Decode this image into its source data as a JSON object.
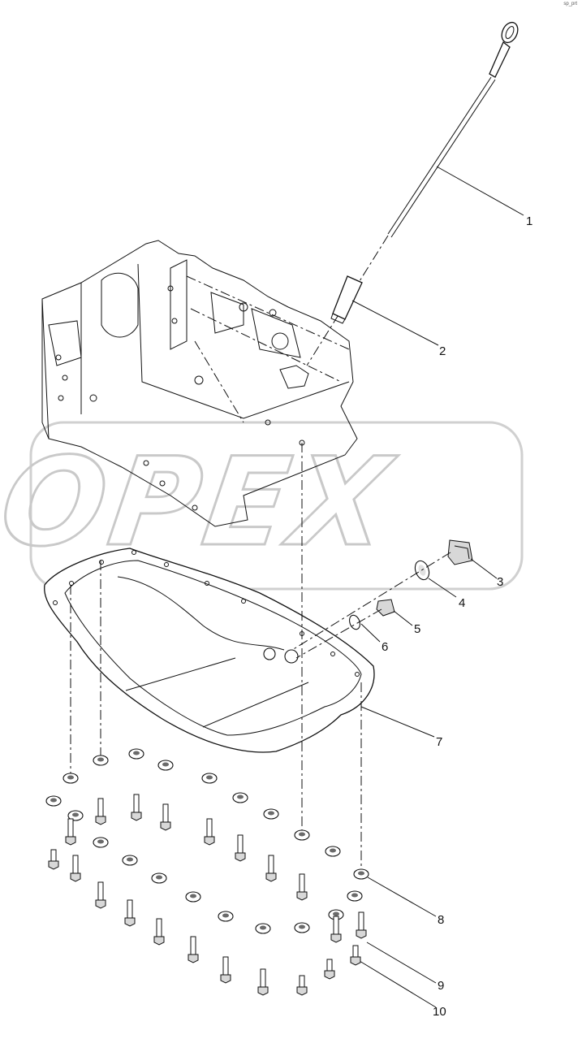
{
  "corner_mark": "sp_prt",
  "watermark": "OPEX",
  "callouts": [
    "1",
    "2",
    "3",
    "4",
    "5",
    "6",
    "7",
    "8",
    "9",
    "10"
  ],
  "parts": [
    {
      "id": "1",
      "name": "dipstick"
    },
    {
      "id": "2",
      "name": "dipstick-tube"
    },
    {
      "id": "3",
      "name": "drain-plug-large"
    },
    {
      "id": "4",
      "name": "sealing-ring-large"
    },
    {
      "id": "5",
      "name": "drain-plug-small"
    },
    {
      "id": "6",
      "name": "sealing-ring-small"
    },
    {
      "id": "7",
      "name": "oil-pan"
    },
    {
      "id": "8",
      "name": "washer"
    },
    {
      "id": "9",
      "name": "bolt"
    },
    {
      "id": "10",
      "name": "bolt-short"
    }
  ]
}
